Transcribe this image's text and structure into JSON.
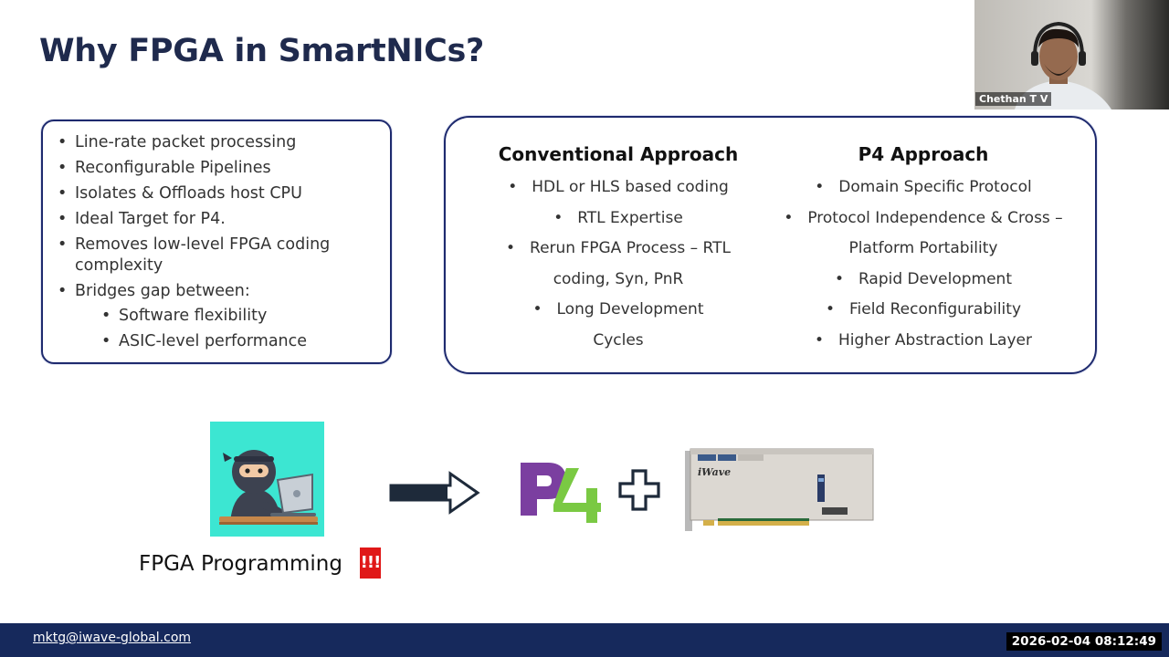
{
  "slide": {
    "title": "Why FPGA in SmartNICs?"
  },
  "benefits": {
    "items": [
      "Line-rate packet processing",
      "Reconfigurable Pipelines",
      "Isolates & Offloads host CPU",
      "Ideal Target for P4.",
      "Removes low-level FPGA coding complexity",
      "Bridges gap between:"
    ],
    "sub_items": [
      "Software flexibility",
      "ASIC-level performance"
    ]
  },
  "comparison": {
    "conventional": {
      "heading": "Conventional Approach",
      "lines": [
        {
          "bullet": "•",
          "text": "HDL or HLS based coding"
        },
        {
          "bullet": "•",
          "text": "RTL Expertise"
        },
        {
          "bullet": "•",
          "text": "Rerun FPGA Process – RTL"
        },
        {
          "bullet": "",
          "text": "coding, Syn, PnR"
        },
        {
          "bullet": "•",
          "text": "Long Development"
        },
        {
          "bullet": "",
          "text": "Cycles"
        }
      ]
    },
    "p4": {
      "heading": "P4 Approach",
      "lines": [
        {
          "bullet": "•",
          "text": "Domain Specific Protocol"
        },
        {
          "bullet": "•",
          "text": "Protocol Independence & Cross –"
        },
        {
          "bullet": "",
          "text": "Platform Portability"
        },
        {
          "bullet": "•",
          "text": "Rapid Development"
        },
        {
          "bullet": "•",
          "text": "Field Reconfigurability"
        },
        {
          "bullet": "•",
          "text": "Higher Abstraction Layer"
        }
      ]
    }
  },
  "illustration": {
    "caption": "FPGA Programming",
    "exclamation": "!!!",
    "ninja_icon": "ninja-laptop-icon",
    "arrow_icon": "right-arrow-icon",
    "p4_logo": "p4-logo",
    "plus_icon": "plus-icon",
    "card_icon": "iwave-smartnic-card",
    "card_brand": "iWave"
  },
  "webcam": {
    "name": "Chethan T V"
  },
  "footer": {
    "email": "mktg@iwave-global.com",
    "timestamp": "2026-02-04 08:12:49"
  },
  "colors": {
    "title": "#1f2a4d",
    "box_border": "#1e2a6e",
    "footer_bg": "#16295c",
    "ninja_bg": "#3ce6d2",
    "p4_purple": "#7b3fa0",
    "p4_green": "#7ac943",
    "alert_red": "#e01818"
  }
}
